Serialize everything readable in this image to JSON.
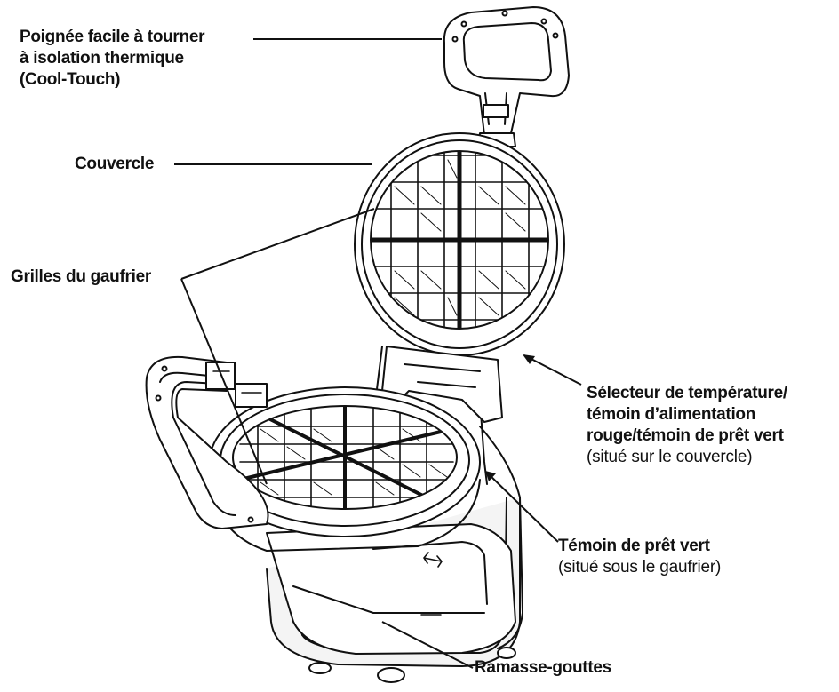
{
  "labels": {
    "handle": {
      "lines": [
        "Poignée facile à tourner",
        "à isolation thermique",
        "(Cool-Touch)"
      ]
    },
    "cover": {
      "text": "Couvercle"
    },
    "grids": {
      "text": "Grilles du gaufrier"
    },
    "selector": {
      "lines": [
        "Sélecteur de température/",
        "témoin d’alimentation",
        "rouge/témoin de prêt vert"
      ],
      "note": "(situé sur le couvercle)"
    },
    "ready_light": {
      "text": "Témoin de prêt vert",
      "note": "(situé sous le gaufrier)"
    },
    "drip_tray": {
      "text": "Ramasse-gouttes"
    }
  },
  "colors": {
    "line": "#111111",
    "background": "#ffffff",
    "metal": "#f4f4f4"
  },
  "icons": [
    "double-arrow-icon"
  ]
}
